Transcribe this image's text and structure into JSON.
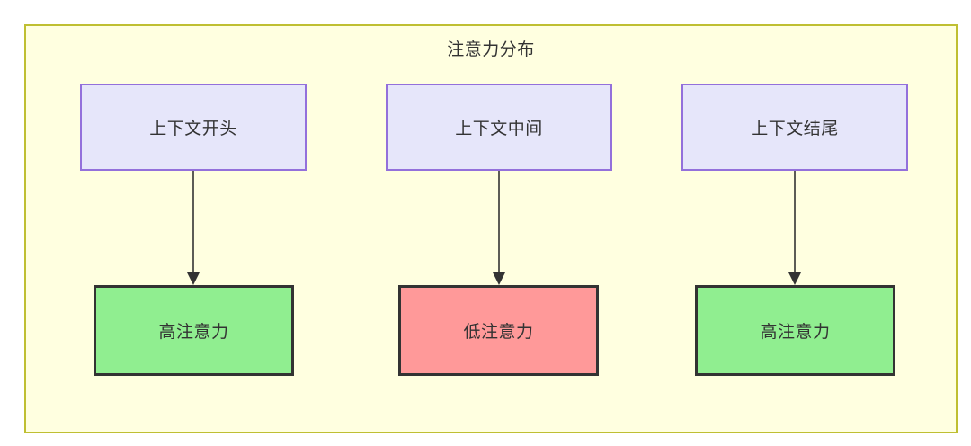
{
  "diagram": {
    "title": "注意力分布",
    "container": {
      "fill_color": "#ffffe0",
      "border_color": "#bfbf32"
    },
    "context_nodes": [
      {
        "id": "ctx-start",
        "label": "上下文开头",
        "fill_color": "#e6e6fa",
        "border_color": "#9370db"
      },
      {
        "id": "ctx-middle",
        "label": "上下文中间",
        "fill_color": "#e6e6fa",
        "border_color": "#9370db"
      },
      {
        "id": "ctx-end",
        "label": "上下文结尾",
        "fill_color": "#e6e6fa",
        "border_color": "#9370db"
      }
    ],
    "attention_nodes": [
      {
        "id": "att-high-start",
        "label": "高注意力",
        "fill_color": "#90ee90",
        "border_color": "#333333"
      },
      {
        "id": "att-low-middle",
        "label": "低注意力",
        "fill_color": "#ff9999",
        "border_color": "#333333"
      },
      {
        "id": "att-high-end",
        "label": "高注意力",
        "fill_color": "#90ee90",
        "border_color": "#333333"
      }
    ],
    "edges": [
      {
        "from": "ctx-start",
        "to": "att-high-start",
        "label": ""
      },
      {
        "from": "ctx-middle",
        "to": "att-low-middle",
        "label": ""
      },
      {
        "from": "ctx-end",
        "to": "att-high-end",
        "label": ""
      }
    ]
  }
}
